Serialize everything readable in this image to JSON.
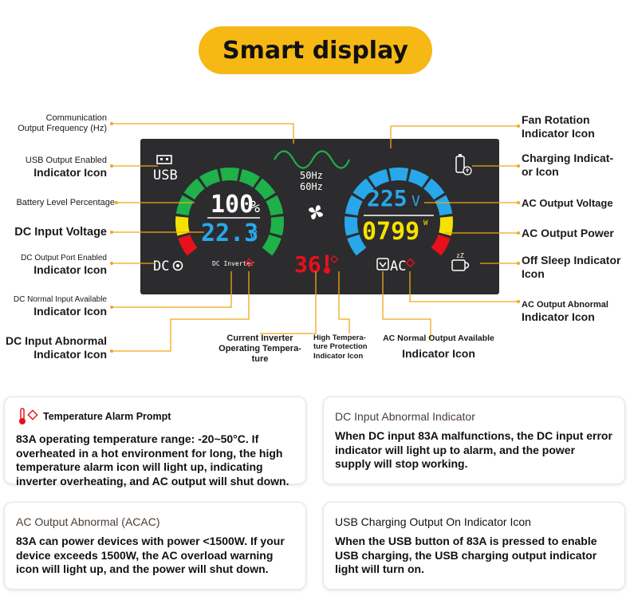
{
  "header": {
    "title": "Smart display"
  },
  "colors": {
    "accent": "#f6b814",
    "line": "#f0a818",
    "panel": "#2c2c2e",
    "green": "#1fb14a",
    "cyan": "#28a8ea",
    "yellow": "#f6e200",
    "red": "#e8101a"
  },
  "display": {
    "usb_label": "USB",
    "battery_percent": "100",
    "percent_sign": "%",
    "dc_voltage": "22.3",
    "dc_volt_unit": "V",
    "dc_label": "DC",
    "dc_inverter": "DC Inverter",
    "freq_50": "50Hz",
    "freq_60": "60Hz",
    "inverter_temp": "36",
    "ac_voltage": "225",
    "ac_volt_unit": "V",
    "ac_power": "0799",
    "ac_power_unit": "W",
    "ac_label": "AC",
    "sleep_z": "zZ"
  },
  "labels": {
    "comm_freq_1": "Communication",
    "comm_freq_2": "Output Frequency (Hz)",
    "usb_1": "USB Output Enabled",
    "usb_2": "Indicator Icon",
    "battery": "Battery Level Percentage",
    "dc_voltage": "DC Input Voltage",
    "dc_port_1": "DC Output Port Enabled",
    "dc_port_2": "Indicator Icon",
    "dc_normal_1": "DC Normal Input Available",
    "dc_normal_2": "Indicator Icon",
    "dc_abn_1": "DC Input Abnormal",
    "dc_abn_2": "Indicator Icon",
    "inv_temp_1": "Current Inverter",
    "inv_temp_2": "Operating Tempera-",
    "inv_temp_3": "ture",
    "hi_temp_1": "High Tempera-",
    "hi_temp_2": "ture Protection",
    "hi_temp_3": "Indicator Icon",
    "ac_normal_1": "AC Normal Output Available",
    "ac_normal_2": "Indicator Icon",
    "fan_1": "Fan Rotation",
    "fan_2": "Indicator Icon",
    "charging_1": "Charging Indicat-",
    "charging_2": "or Icon",
    "ac_voltage": "AC Output Voltage",
    "ac_power": "AC Output Power",
    "off_sleep_1": "Off Sleep Indicator",
    "off_sleep_2": "Icon",
    "ac_abn_1": "AC Output Abnormal",
    "ac_abn_2": "Indicator Icon"
  },
  "cards": {
    "temp_alarm": {
      "title": "Temperature Alarm Prompt",
      "body": "83A operating temperature range: -20~50°C. If overheated in a hot environment for long, the high temperature alarm icon will light up, indicating inverter overheating, and AC output will shut down."
    },
    "dc_abnormal": {
      "title": "DC Input Abnormal Indicator",
      "body": "When DC input 83A malfunctions, the DC input error indicator will light up to alarm, and the power supply will stop working."
    },
    "ac_abnormal": {
      "title": "AC Output Abnormal (ACAC)",
      "body": "83A can power devices with power <1500W. If your device exceeds 1500W, the AC overload warning icon will light up, and the power will shut down."
    },
    "usb_charging": {
      "title": "USB Charging Output On Indicator Icon",
      "body": "When the USB button of 83A is pressed to enable USB charging, the USB charging output indicator light will turn on."
    }
  }
}
